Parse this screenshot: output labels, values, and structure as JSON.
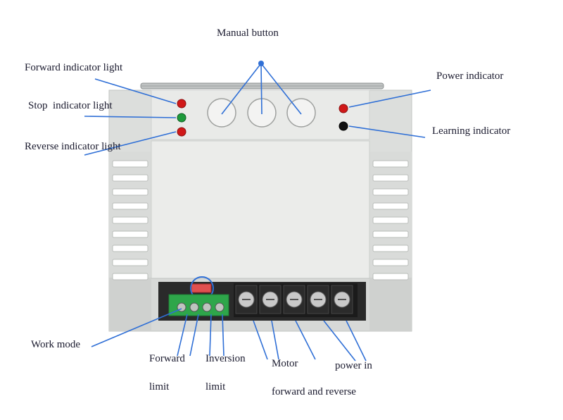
{
  "labels": {
    "manual_button": "Manual button",
    "forward_indicator": "Forward indicator light",
    "stop_indicator": "Stop  indicator light",
    "reverse_indicator": "Reverse indicator light",
    "power_indicator": "Power indicator",
    "learning_indicator": "Learning indicator",
    "work_mode": "Work mode",
    "forward_limit_1": "Forward",
    "forward_limit_2": "limit",
    "inversion_limit_1": "Inversion",
    "inversion_limit_2": "limit",
    "motor_1": "Motor",
    "motor_2": "forward and reverse",
    "power_in": "power in"
  },
  "colors": {
    "callout_line": "#2f6fd6",
    "housing": "#e7e8e6",
    "housing_shadow": "#cfd1cf",
    "led_red": "#d01818",
    "led_green": "#1d9a3a",
    "led_black": "#111111",
    "terminal_green": "#2ea64a",
    "terminal_black": "#1b1b1b",
    "dip_switch": "#e05050"
  }
}
